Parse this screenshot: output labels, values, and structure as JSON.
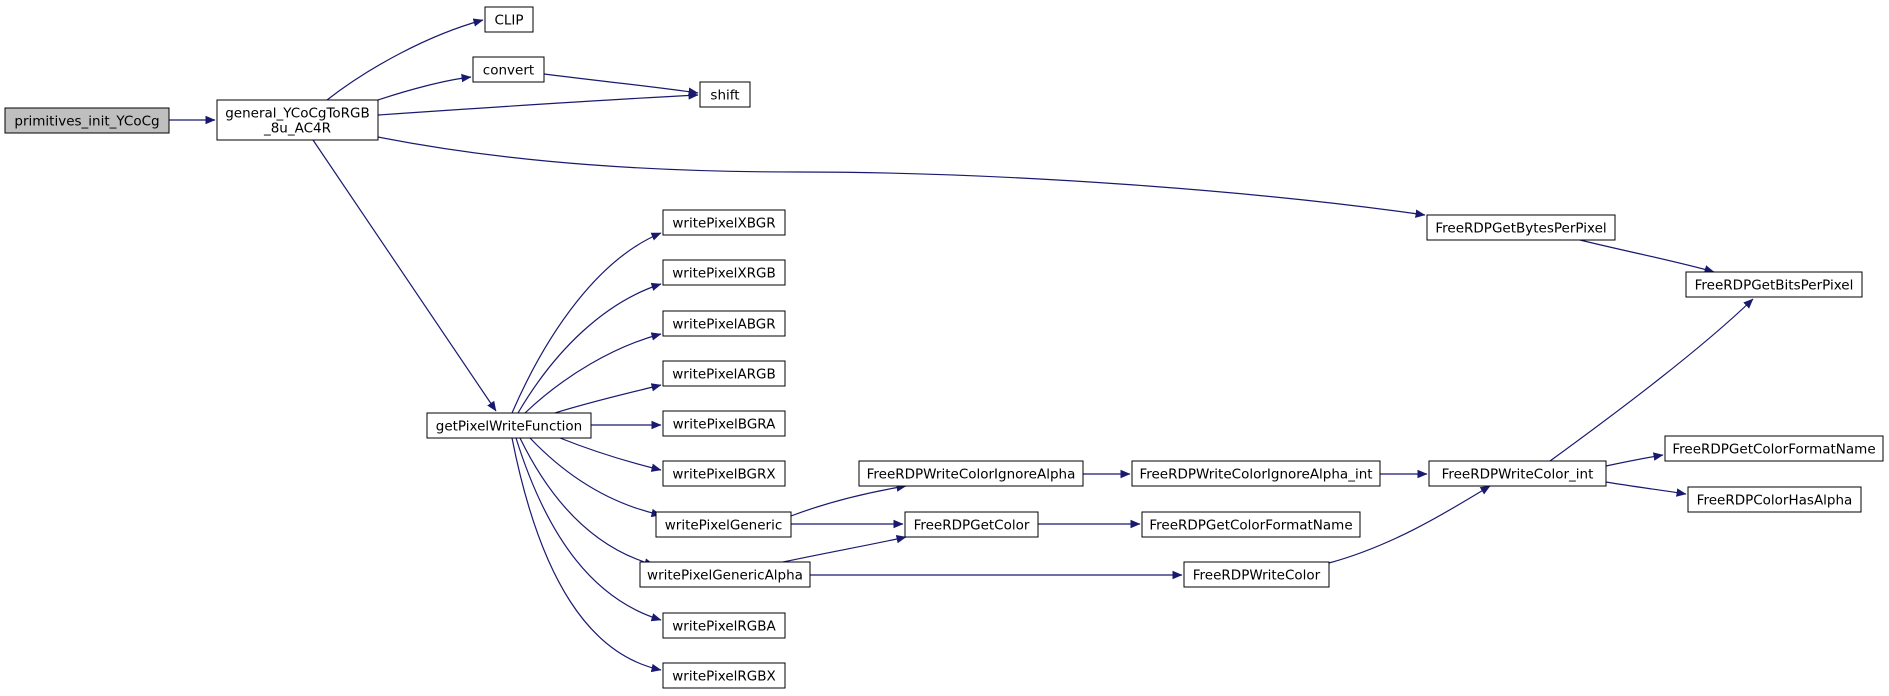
{
  "graph": {
    "colors": {
      "edge": "#191970",
      "node_border": "#000000",
      "node_fill": "#ffffff",
      "root_fill": "#bfbfbf",
      "text": "#000000"
    },
    "nodes": [
      {
        "id": "primitives_init_YCoCg",
        "lines": [
          "primitives_init_YCoCg"
        ],
        "root": true
      },
      {
        "id": "general_YCoCgToRGB_8u_AC4R",
        "lines": [
          "general_YCoCgToRGB",
          "_8u_AC4R"
        ]
      },
      {
        "id": "CLIP",
        "lines": [
          "CLIP"
        ]
      },
      {
        "id": "convert",
        "lines": [
          "convert"
        ]
      },
      {
        "id": "shift",
        "lines": [
          "shift"
        ]
      },
      {
        "id": "FreeRDPGetBytesPerPixel",
        "lines": [
          "FreeRDPGetBytesPerPixel"
        ]
      },
      {
        "id": "FreeRDPGetBitsPerPixel",
        "lines": [
          "FreeRDPGetBitsPerPixel"
        ]
      },
      {
        "id": "getPixelWriteFunction",
        "lines": [
          "getPixelWriteFunction"
        ]
      },
      {
        "id": "writePixelXBGR",
        "lines": [
          "writePixelXBGR"
        ]
      },
      {
        "id": "writePixelXRGB",
        "lines": [
          "writePixelXRGB"
        ]
      },
      {
        "id": "writePixelABGR",
        "lines": [
          "writePixelABGR"
        ]
      },
      {
        "id": "writePixelARGB",
        "lines": [
          "writePixelARGB"
        ]
      },
      {
        "id": "writePixelBGRA",
        "lines": [
          "writePixelBGRA"
        ]
      },
      {
        "id": "writePixelBGRX",
        "lines": [
          "writePixelBGRX"
        ]
      },
      {
        "id": "writePixelGeneric",
        "lines": [
          "writePixelGeneric"
        ]
      },
      {
        "id": "writePixelGenericAlpha",
        "lines": [
          "writePixelGenericAlpha"
        ]
      },
      {
        "id": "writePixelRGBA",
        "lines": [
          "writePixelRGBA"
        ]
      },
      {
        "id": "writePixelRGBX",
        "lines": [
          "writePixelRGBX"
        ]
      },
      {
        "id": "FreeRDPWriteColorIgnoreAlpha",
        "lines": [
          "FreeRDPWriteColorIgnoreAlpha"
        ]
      },
      {
        "id": "FreeRDPWriteColorIgnoreAlpha_int",
        "lines": [
          "FreeRDPWriteColorIgnoreAlpha_int"
        ]
      },
      {
        "id": "FreeRDPWriteColor_int",
        "lines": [
          "FreeRDPWriteColor_int"
        ]
      },
      {
        "id": "FreeRDPGetColor",
        "lines": [
          "FreeRDPGetColor"
        ]
      },
      {
        "id": "FreeRDPGetColorFormatName_1",
        "lines": [
          "FreeRDPGetColorFormatName"
        ]
      },
      {
        "id": "FreeRDPGetColorFormatName_2",
        "lines": [
          "FreeRDPGetColorFormatName"
        ]
      },
      {
        "id": "FreeRDPColorHasAlpha",
        "lines": [
          "FreeRDPColorHasAlpha"
        ]
      },
      {
        "id": "FreeRDPWriteColor",
        "lines": [
          "FreeRDPWriteColor"
        ]
      }
    ],
    "edges": [
      {
        "from": "primitives_init_YCoCg",
        "to": "general_YCoCgToRGB_8u_AC4R"
      },
      {
        "from": "general_YCoCgToRGB_8u_AC4R",
        "to": "CLIP"
      },
      {
        "from": "general_YCoCgToRGB_8u_AC4R",
        "to": "convert"
      },
      {
        "from": "general_YCoCgToRGB_8u_AC4R",
        "to": "shift"
      },
      {
        "from": "convert",
        "to": "shift"
      },
      {
        "from": "general_YCoCgToRGB_8u_AC4R",
        "to": "FreeRDPGetBytesPerPixel"
      },
      {
        "from": "FreeRDPGetBytesPerPixel",
        "to": "FreeRDPGetBitsPerPixel"
      },
      {
        "from": "general_YCoCgToRGB_8u_AC4R",
        "to": "getPixelWriteFunction"
      },
      {
        "from": "getPixelWriteFunction",
        "to": "writePixelXBGR"
      },
      {
        "from": "getPixelWriteFunction",
        "to": "writePixelXRGB"
      },
      {
        "from": "getPixelWriteFunction",
        "to": "writePixelABGR"
      },
      {
        "from": "getPixelWriteFunction",
        "to": "writePixelARGB"
      },
      {
        "from": "getPixelWriteFunction",
        "to": "writePixelBGRA"
      },
      {
        "from": "getPixelWriteFunction",
        "to": "writePixelBGRX"
      },
      {
        "from": "getPixelWriteFunction",
        "to": "writePixelGeneric"
      },
      {
        "from": "getPixelWriteFunction",
        "to": "writePixelGenericAlpha"
      },
      {
        "from": "getPixelWriteFunction",
        "to": "writePixelRGBA"
      },
      {
        "from": "getPixelWriteFunction",
        "to": "writePixelRGBX"
      },
      {
        "from": "writePixelGeneric",
        "to": "FreeRDPWriteColorIgnoreAlpha"
      },
      {
        "from": "writePixelGeneric",
        "to": "FreeRDPGetColor"
      },
      {
        "from": "writePixelGenericAlpha",
        "to": "FreeRDPGetColor"
      },
      {
        "from": "writePixelGenericAlpha",
        "to": "FreeRDPWriteColor"
      },
      {
        "from": "FreeRDPWriteColorIgnoreAlpha",
        "to": "FreeRDPWriteColorIgnoreAlpha_int"
      },
      {
        "from": "FreeRDPWriteColorIgnoreAlpha_int",
        "to": "FreeRDPWriteColor_int"
      },
      {
        "from": "FreeRDPWriteColor",
        "to": "FreeRDPWriteColor_int"
      },
      {
        "from": "FreeRDPGetColor",
        "to": "FreeRDPGetColorFormatName_2"
      },
      {
        "from": "FreeRDPWriteColor_int",
        "to": "FreeRDPGetBitsPerPixel"
      },
      {
        "from": "FreeRDPWriteColor_int",
        "to": "FreeRDPGetColorFormatName_1"
      },
      {
        "from": "FreeRDPWriteColor_int",
        "to": "FreeRDPColorHasAlpha"
      }
    ]
  }
}
